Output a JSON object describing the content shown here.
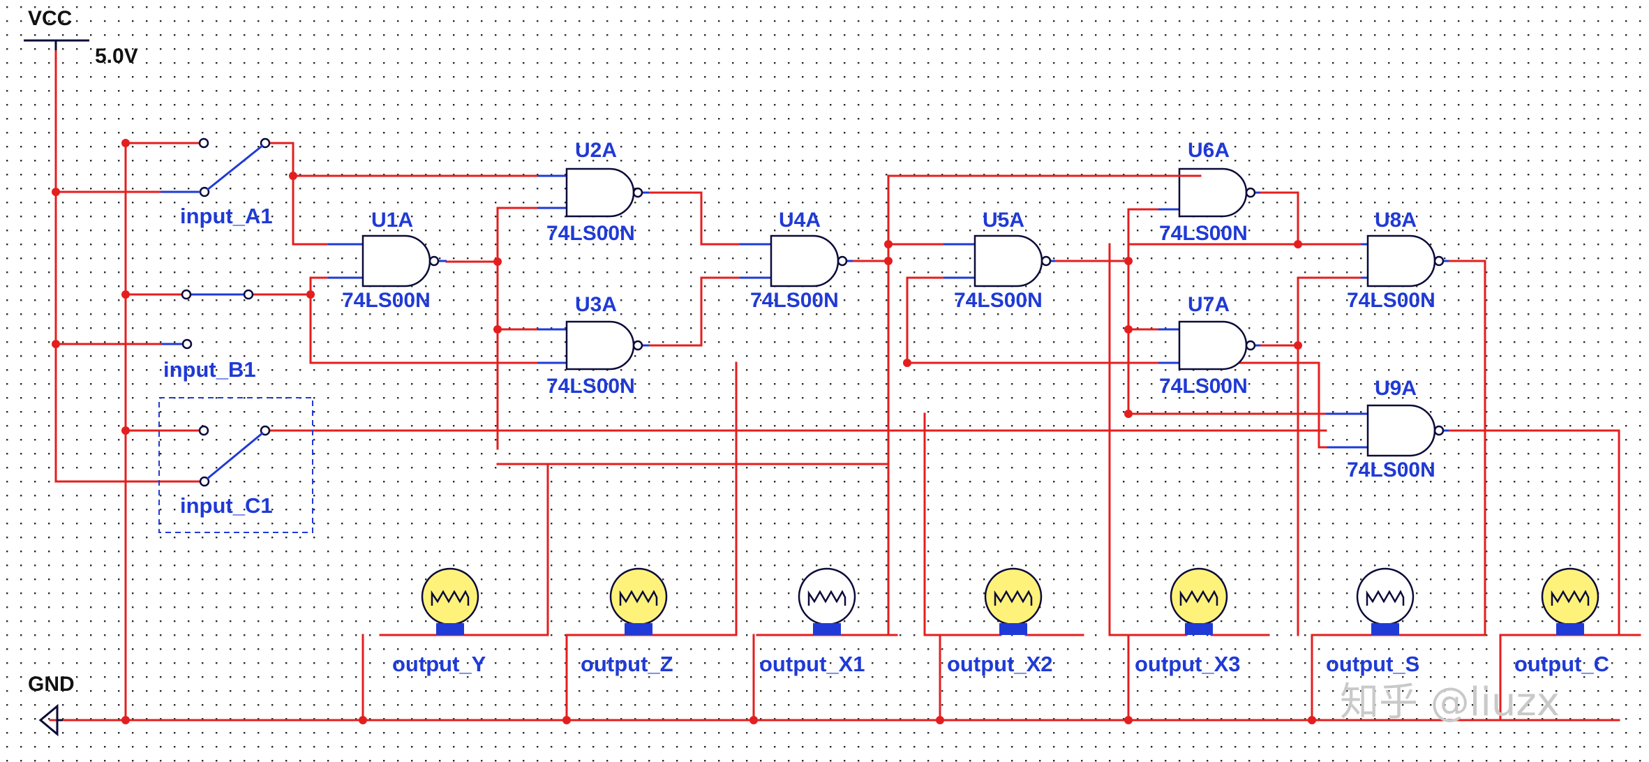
{
  "power": {
    "vcc_label": "VCC",
    "vcc_value": "5.0V",
    "gnd_label": "GND"
  },
  "switches": [
    {
      "id": "A1",
      "label": "input_A1"
    },
    {
      "id": "B1",
      "label": "input_B1"
    },
    {
      "id": "C1",
      "label": "input_C1"
    }
  ],
  "gates": [
    {
      "ref": "U1A",
      "part": "74LS00N"
    },
    {
      "ref": "U2A",
      "part": "74LS00N"
    },
    {
      "ref": "U3A",
      "part": "74LS00N"
    },
    {
      "ref": "U4A",
      "part": "74LS00N"
    },
    {
      "ref": "U5A",
      "part": "74LS00N"
    },
    {
      "ref": "U6A",
      "part": "74LS00N"
    },
    {
      "ref": "U7A",
      "part": "74LS00N"
    },
    {
      "ref": "U8A",
      "part": "74LS00N"
    },
    {
      "ref": "U9A",
      "part": "74LS00N"
    }
  ],
  "outputs": [
    {
      "label": "output_Y",
      "lit": true
    },
    {
      "label": "output_Z",
      "lit": true
    },
    {
      "label": "output_X1",
      "lit": false
    },
    {
      "label": "output_X2",
      "lit": true
    },
    {
      "label": "output_X3",
      "lit": true
    },
    {
      "label": "output_S",
      "lit": false
    },
    {
      "label": "output_C",
      "lit": true
    }
  ],
  "watermark": "知乎 @liuzx",
  "colors": {
    "wire": "#e41e1e",
    "component": "#1f3ad6",
    "lamp_on": "#fff27a",
    "grid_dot": "#2a2a2a"
  }
}
